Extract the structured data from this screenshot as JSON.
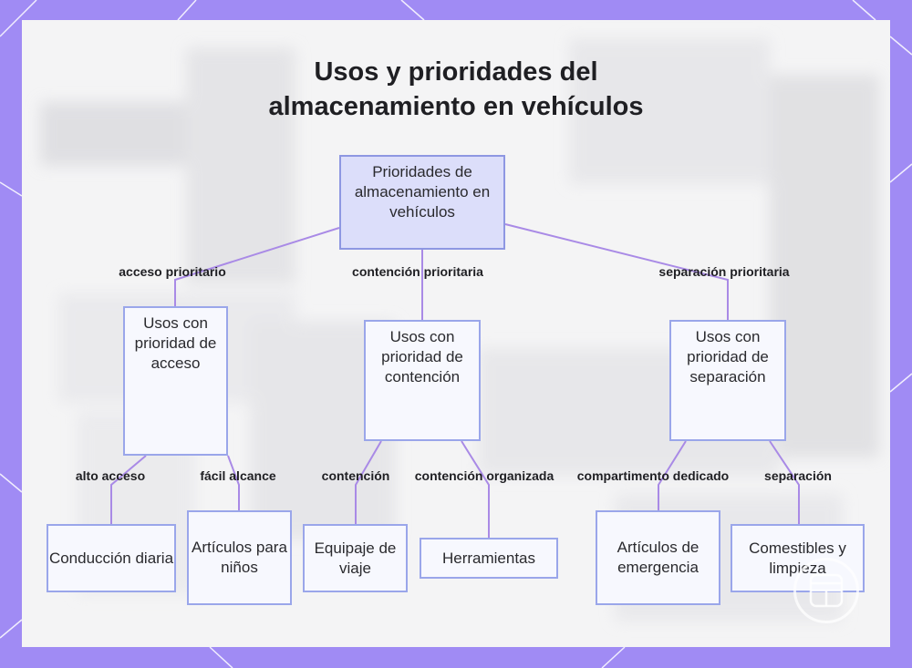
{
  "title_lines": [
    "Usos y prioridades del",
    "almacenamiento en vehículos"
  ],
  "colors": {
    "frame": "#a08bf4",
    "panel": "#f4f4f5",
    "root_fill": "#dcdefa",
    "node_fill": "#f7f8fe",
    "node_border": "#9aa6ea",
    "edge": "#a98ae6"
  },
  "nodes": {
    "root": "Prioridades de almacenamiento en vehículos",
    "access": "Usos con prioridad de acceso",
    "containment": "Usos con prioridad de contención",
    "separation": "Usos con prioridad de separación",
    "daily_driving": "Conducción diaria",
    "kids_items": "Artículos para niños",
    "luggage": "Equipaje de viaje",
    "tools": "Herramientas",
    "emergency": "Artículos de emergencia",
    "groceries": "Comestibles y limpieza"
  },
  "edges": {
    "priority_access": "acceso prioritario",
    "priority_containment": "contención prioritaria",
    "priority_separation": "separación prioritaria",
    "high_access": "alto acceso",
    "easy_reach": "fácil alcance",
    "containment": "contención",
    "organized_containment": "contención organizada",
    "dedicated_compartment": "compartimento dedicado",
    "separation": "separación"
  },
  "icons": {
    "corner_logo": "grid-logo-icon"
  }
}
